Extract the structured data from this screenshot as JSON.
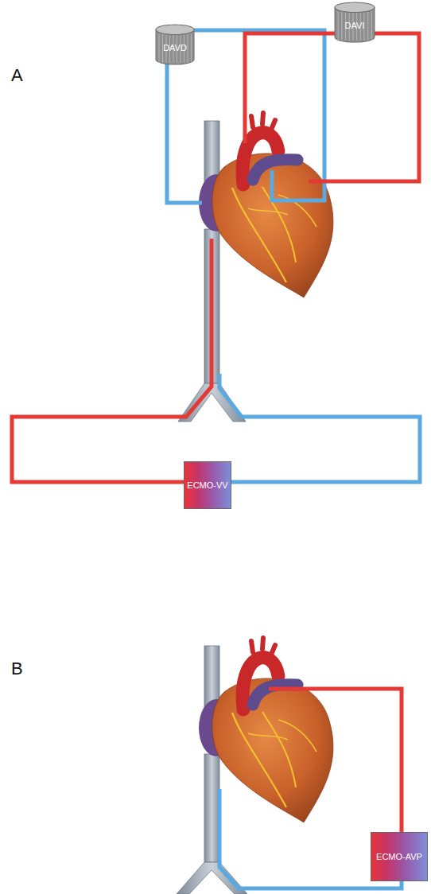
{
  "diagram": {
    "nodes": [
      {
        "text": [
          "DAVD"
        ]
      },
      {
        "text": [
          "DAVI"
        ]
      },
      {
        "text": [
          "ECMO-VV"
        ]
      },
      {
        "text": [
          "ECMO-AVP"
        ]
      }
    ],
    "labels": [
      "A",
      "B"
    ]
  }
}
